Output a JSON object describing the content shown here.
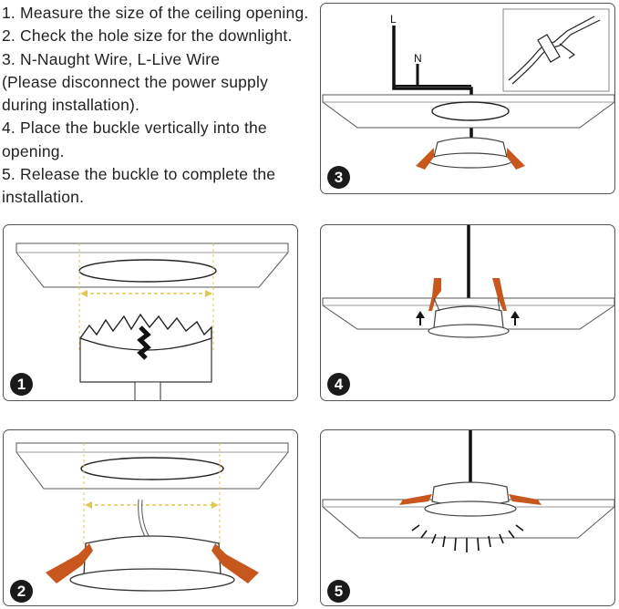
{
  "instructions": [
    "1. Measure the size of the ceiling opening.",
    "2. Check the hole size for the downlight.",
    "3. N-Naught Wire, L-Live Wire",
    "(Please disconnect the power supply",
    "during installation).",
    "4. Place the buckle vertically into the",
    "opening.",
    "5. Release the buckle to complete the",
    "installation."
  ],
  "steps": {
    "step1": "1",
    "step2": "2",
    "step3": "3",
    "step4": "4",
    "step5": "5"
  },
  "wires": {
    "live": "L",
    "neutral": "N"
  },
  "colors": {
    "clip": "#c8571e",
    "measure": "#e0c850",
    "line": "#222222",
    "border": "#555555"
  }
}
